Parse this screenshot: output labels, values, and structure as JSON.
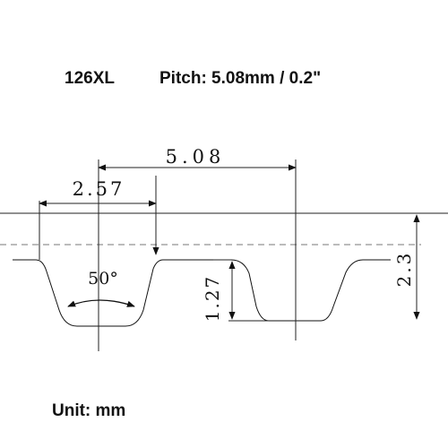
{
  "header": {
    "model": "126XL",
    "pitch": "Pitch: 5.08mm / 0.2\""
  },
  "dimensions": {
    "pitch": "5.08",
    "tooth_top_width": "2.57",
    "tooth_angle": "50°",
    "tooth_height": "1.27",
    "belt_thickness": "2.3"
  },
  "footer": {
    "unit": "Unit: mm"
  }
}
